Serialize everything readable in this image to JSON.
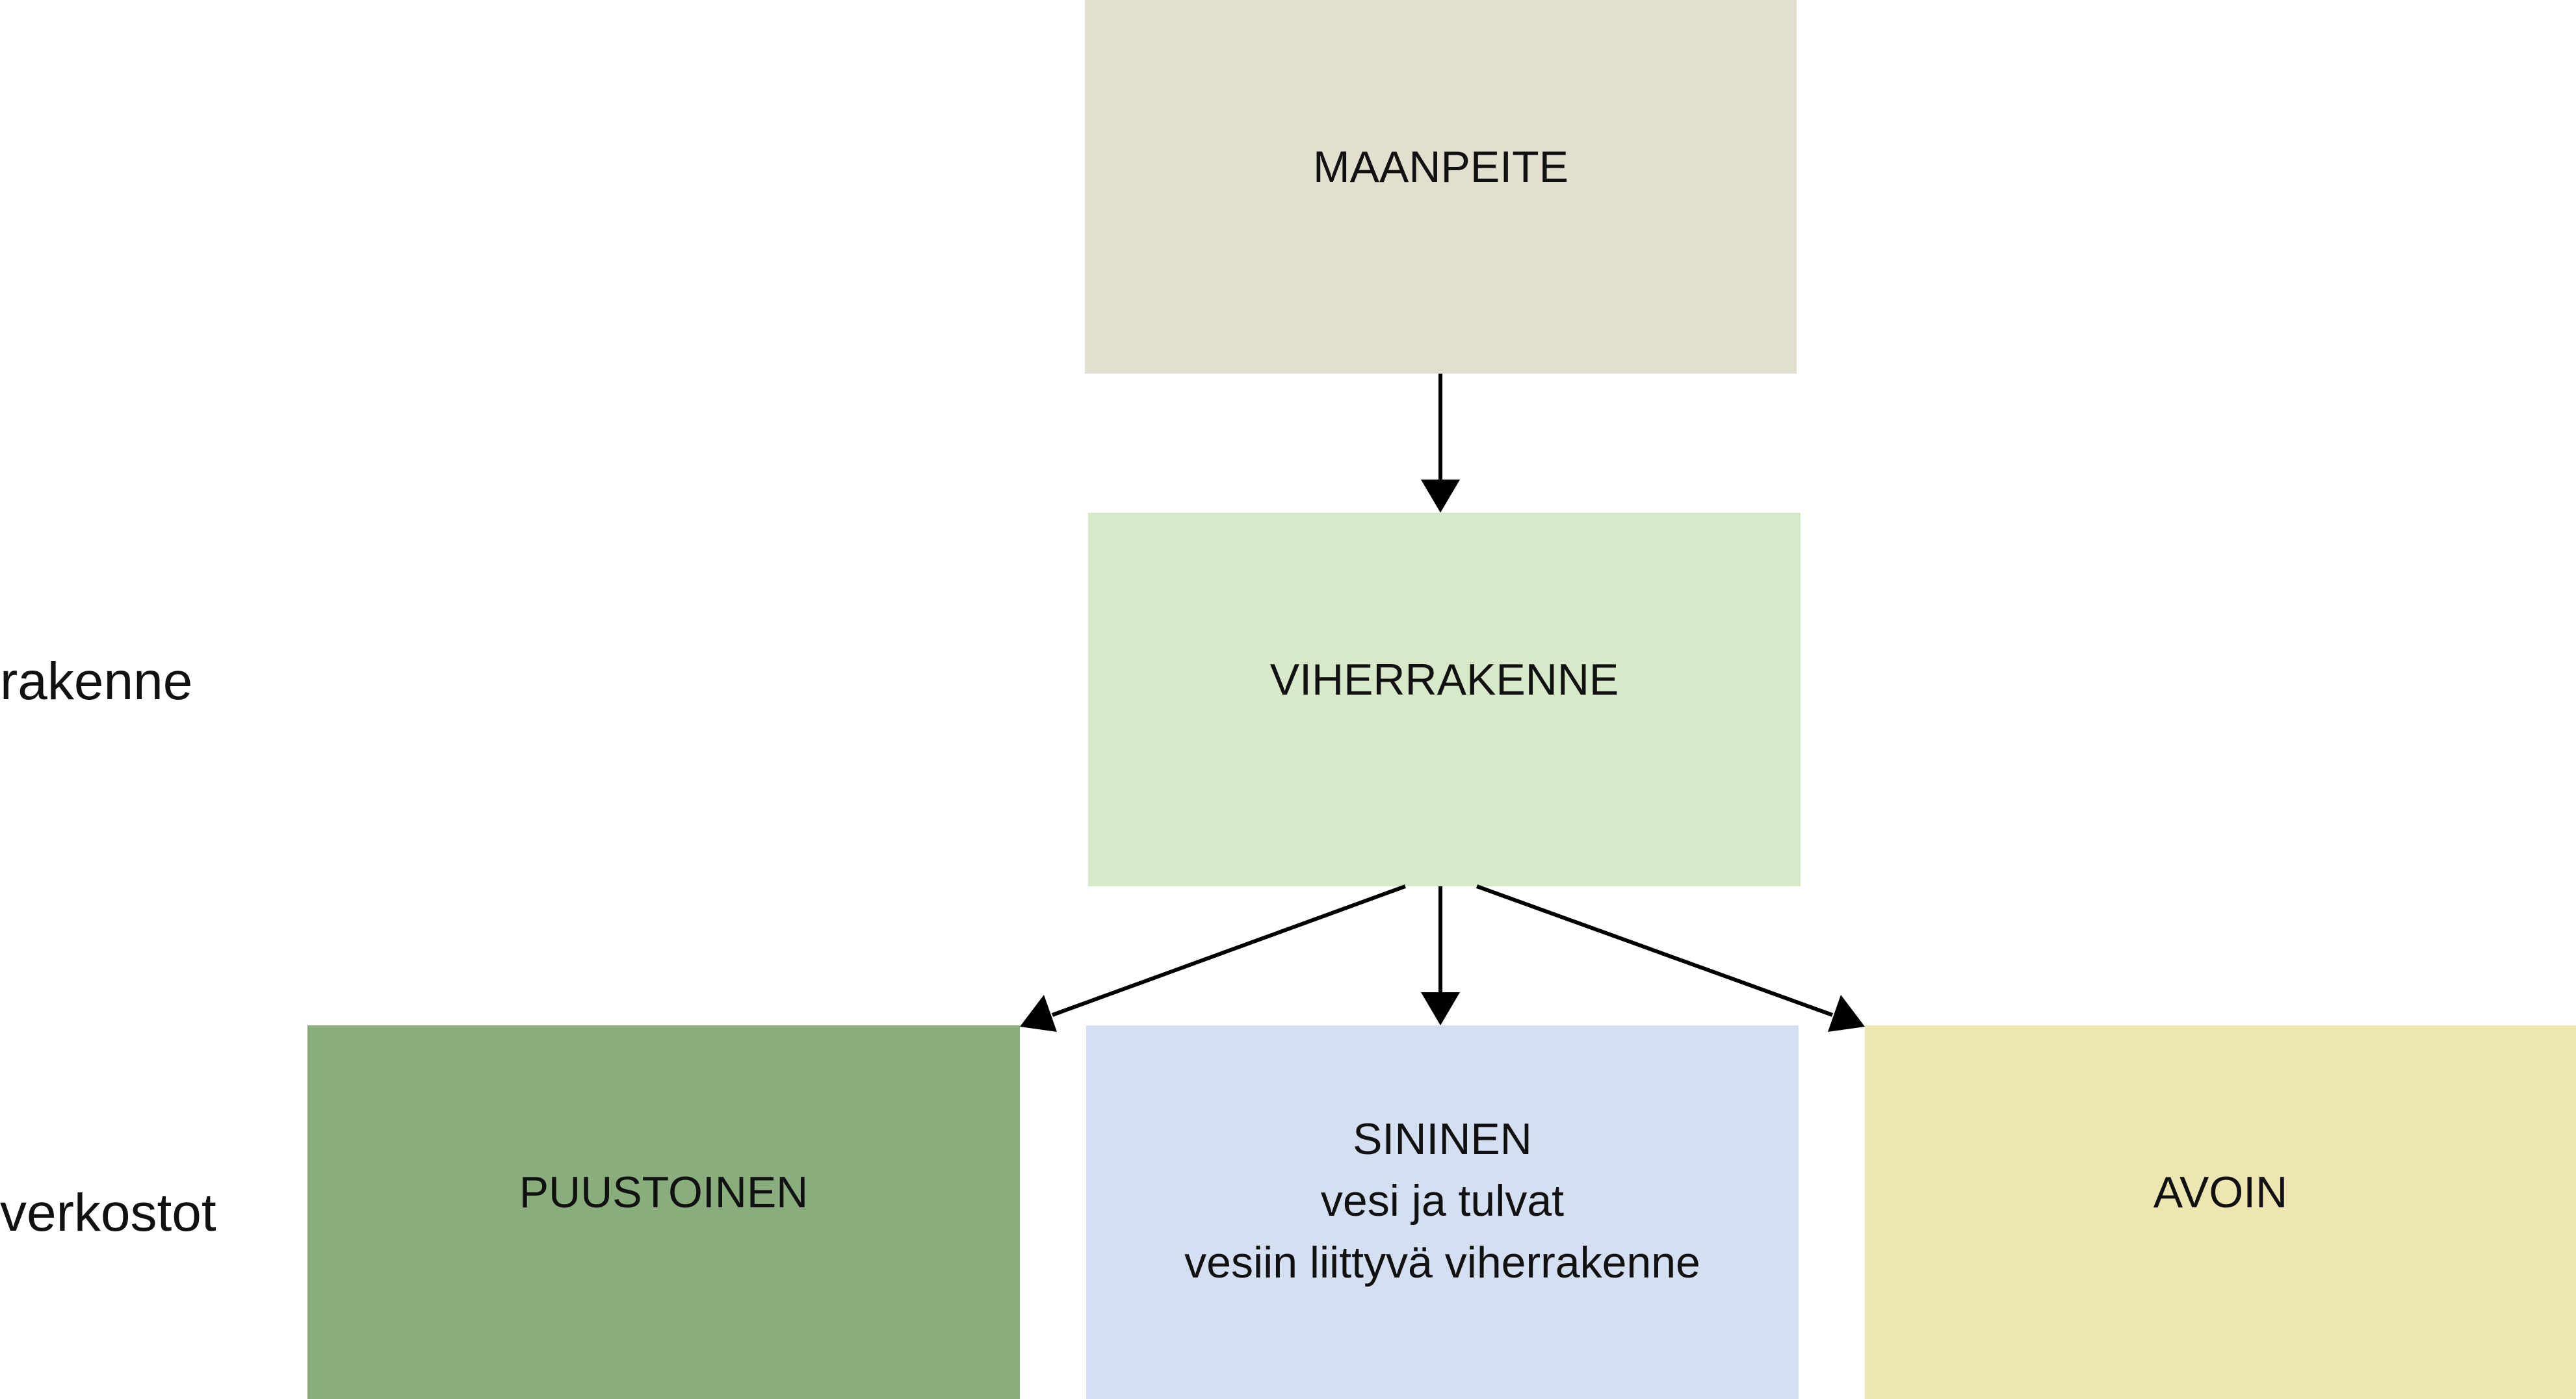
{
  "diagram": {
    "nodes": {
      "maanpeite": {
        "lines": [
          "MAANPEITE"
        ],
        "color": "#e2dfce"
      },
      "viherrakenne": {
        "lines": [
          "VIHERRAKENNE"
        ],
        "color": "#d7e9c9"
      },
      "puustoinen": {
        "lines": [
          "PUUSTOINEN"
        ],
        "color": "#89ad7c"
      },
      "sininen": {
        "lines": [
          "SININEN",
          "vesi ja tulvat",
          "vesiin liittyvä viherrakenne"
        ],
        "color": "#d4dff1"
      },
      "avoin": {
        "lines": [
          "AVOIN"
        ],
        "color": "#ede6b0"
      }
    },
    "side_labels": {
      "rakenne": "rakenne",
      "verkostot": "verkostot"
    },
    "edges": [
      {
        "from": "maanpeite",
        "to": "viherrakenne"
      },
      {
        "from": "viherrakenne",
        "to": "puustoinen"
      },
      {
        "from": "viherrakenne",
        "to": "sininen"
      },
      {
        "from": "viherrakenne",
        "to": "avoin"
      }
    ]
  }
}
